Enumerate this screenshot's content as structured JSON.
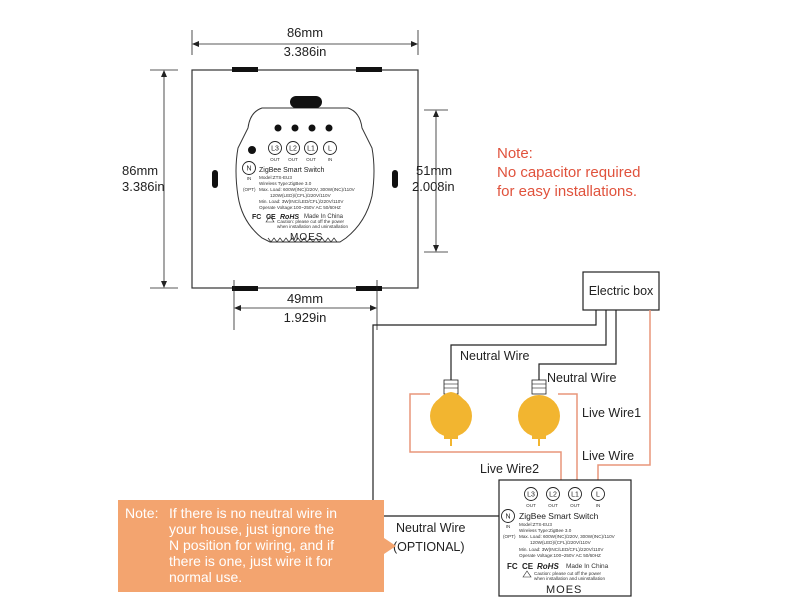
{
  "top_view": {
    "width_mm": "86mm",
    "width_in": "3.386in",
    "height_mm": "86mm",
    "height_in": "3.386in",
    "inner_h_mm": "51mm",
    "inner_h_in": "2.008in",
    "inner_w_mm": "49mm",
    "inner_w_in": "1.929in",
    "terminals": [
      {
        "label": "L3",
        "sub": "OUT"
      },
      {
        "label": "L2",
        "sub": "OUT"
      },
      {
        "label": "L1",
        "sub": "OUT"
      },
      {
        "label": "L",
        "sub": "IN"
      }
    ],
    "n_terminal": {
      "label": "N",
      "sub": "IN"
    },
    "product_name": "ZigBee Smart Switch",
    "model": "Model:ZTS-EU3",
    "wireless": "Wireless Type:ZigBee 3.0",
    "opt_label": "(OPT)",
    "max_load": "Max. Load: 600W(INC)/220V, 300W(INC)/110V",
    "max_load_2": "120W(LED)/(CFL)/220V/110V",
    "min_load": "Min. Load: 3W(INC/LED/CFL)/220V/110V",
    "operate_voltage": "Operate Voltage:100~250V AC 50/60HZ",
    "caution": "Caution: please cut off the power",
    "caution_2": "when installation and uninstallation",
    "made_in": "Made In China",
    "rohs": "RoHS",
    "brand": "MOES"
  },
  "capacitor_note": {
    "line1": "Note:",
    "line2": "No capacitor required",
    "line3": "for easy installations."
  },
  "wiring": {
    "electric_box": "Electric box",
    "neutral_wire_1": "Neutral Wire",
    "neutral_wire_2": "Neutral Wire",
    "live_wire_1": "Live Wire1",
    "live_wire": "Live Wire",
    "live_wire_2": "Live Wire2",
    "neutral_optional_1": "Neutral Wire",
    "neutral_optional_2": "(OPTIONAL)"
  },
  "neutral_note": {
    "prefix": "Note:",
    "lines": [
      "If there is no neutral wire in",
      "your house, just ignore the",
      "N position for wiring, and if",
      "there is one, just wire it for",
      "normal use."
    ]
  },
  "colors": {
    "accent_red": "#e0523c",
    "wire_orange": "#e8957a",
    "bulb_yellow": "#f2b530",
    "callout_bg": "#f3a46f"
  }
}
